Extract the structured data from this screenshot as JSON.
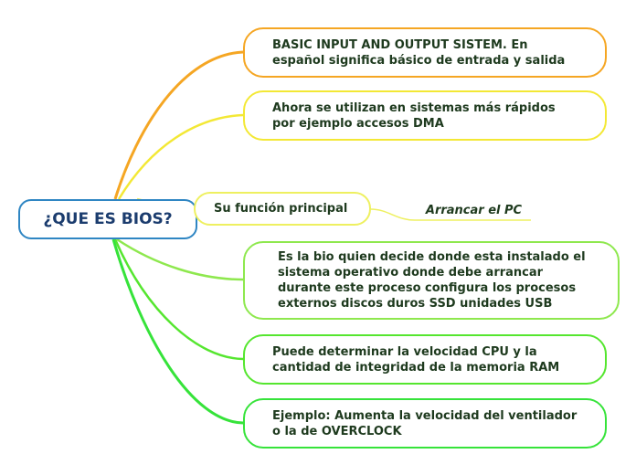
{
  "root": {
    "label": "¿QUE ES BIOS?"
  },
  "topics": [
    {
      "text": "BASIC INPUT AND OUTPUT SISTEM. En español significa básico de entrada y salida"
    },
    {
      "text": "Ahora se utilizan en sistemas más rápidos por ejemplo accesos DMA"
    },
    {
      "text": "Su función principal"
    },
    {
      "text": "Es la bio quien decide donde esta instalado el sistema operativo donde debe arrancar durante este proceso configura los procesos externos discos duros SSD unidades USB"
    },
    {
      "text": "Puede determinar la velocidad CPU  y la cantidad de integridad de la memoria RAM"
    },
    {
      "text": "Ejemplo: Aumenta la velocidad del ventilador o la de OVERCLOCK"
    }
  ],
  "subtopic": {
    "text": "Arrancar el PC"
  },
  "colors": {
    "root_border": "#2f86c3",
    "branch_orange": "#f5a623",
    "branch_yellow": "#f3e835",
    "branch_lightyellow": "#eef060",
    "branch_lightgreen": "#8ee84e",
    "branch_green": "#55e62f",
    "branch_bright_green": "#36e33a",
    "text": "#1e3a1e"
  }
}
